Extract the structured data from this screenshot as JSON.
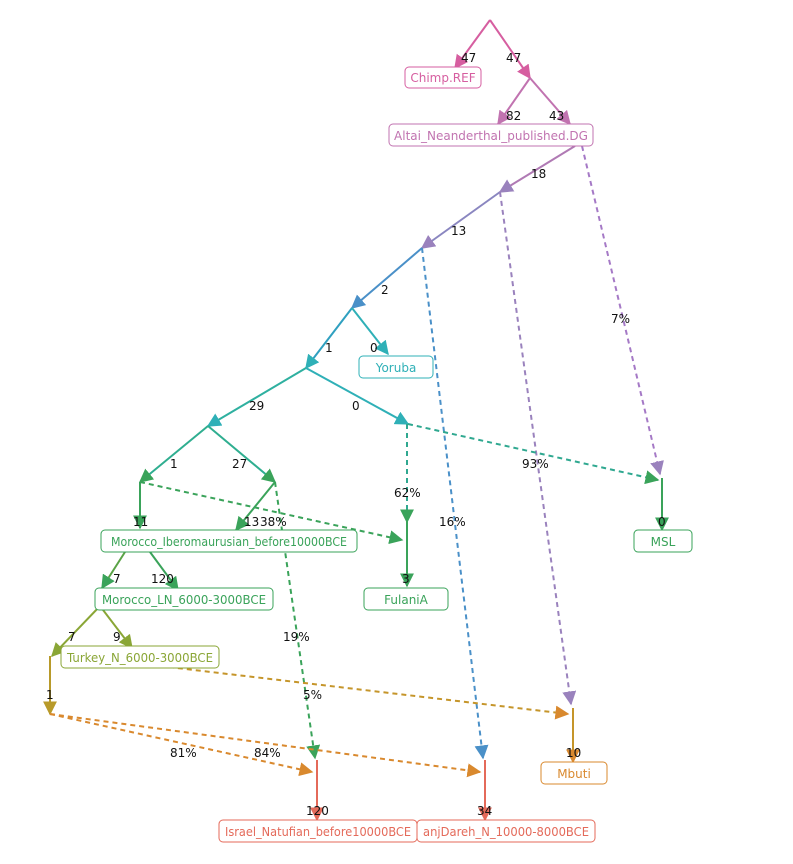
{
  "colors": {
    "root": "#d65ea0",
    "neanderthal": "#c173b0",
    "deep": "#9a82bd",
    "blue": "#4a90c8",
    "teal": "#2fb0b7",
    "green": "#3aa35a",
    "olive": "#8aa636",
    "gold": "#b89a2a",
    "orange": "#d9892e",
    "red": "#e46a5a",
    "purple_mix": "#a579c6"
  },
  "nodes": [
    {
      "id": "chimp",
      "label": "Chimp.REF",
      "color": "root"
    },
    {
      "id": "altai",
      "label": "Altai_Neanderthal_published.DG",
      "color": "neanderthal"
    },
    {
      "id": "yoruba",
      "label": "Yoruba",
      "color": "teal"
    },
    {
      "id": "morocco_ibero",
      "label": "Morocco_Iberomaurusian_before10000BCE",
      "color": "green"
    },
    {
      "id": "fulani",
      "label": "FulaniA",
      "color": "green"
    },
    {
      "id": "msl",
      "label": "MSL",
      "color": "green"
    },
    {
      "id": "morocco_ln",
      "label": "Morocco_LN_6000-3000BCE",
      "color": "green"
    },
    {
      "id": "turkey",
      "label": "Turkey_N_6000-3000BCE",
      "color": "olive"
    },
    {
      "id": "mbuti",
      "label": "Mbuti",
      "color": "orange"
    },
    {
      "id": "natufian",
      "label": "Israel_Natufian_before10000BCE",
      "color": "red"
    },
    {
      "id": "ganj",
      "label": "anjDareh_N_10000-8000BCE",
      "color": "red"
    }
  ],
  "edge_labels": [
    {
      "id": "e_root_chimp",
      "text": "47"
    },
    {
      "id": "e_root_r1",
      "text": "47"
    },
    {
      "id": "e_r1_r2",
      "text": "82"
    },
    {
      "id": "e_r1_altai",
      "text": "43"
    },
    {
      "id": "e_r2_r3",
      "text": "18"
    },
    {
      "id": "e_r3_r4",
      "text": "13"
    },
    {
      "id": "e_r4_r5",
      "text": "2"
    },
    {
      "id": "e_r5_r6",
      "text": "1"
    },
    {
      "id": "e_r5_yoruba",
      "text": "0"
    },
    {
      "id": "e_r6_r7",
      "text": "29"
    },
    {
      "id": "e_r6_r8",
      "text": "0"
    },
    {
      "id": "e_r7_r9",
      "text": "1"
    },
    {
      "id": "e_r7_r10",
      "text": "27"
    },
    {
      "id": "e_r9_ibero",
      "text": "11"
    },
    {
      "id": "e_r10_ibero",
      "text": "13"
    },
    {
      "id": "m_r10_natufian",
      "text": "38%"
    },
    {
      "id": "e_ibero_ln",
      "text": "7"
    },
    {
      "id": "e_ibero_ln2",
      "text": "120"
    },
    {
      "id": "e_ln_t",
      "text": "7"
    },
    {
      "id": "e_ln_turkey",
      "text": "9"
    },
    {
      "id": "e_t_s",
      "text": "1"
    },
    {
      "id": "m_altai_msl",
      "text": "7%"
    },
    {
      "id": "m_r8_msl",
      "text": "93%"
    },
    {
      "id": "m_r8_fulani",
      "text": "62%"
    },
    {
      "id": "m_r4_ganj",
      "text": "16%"
    },
    {
      "id": "m_r10b",
      "text": "19%"
    },
    {
      "id": "m_turkey_mbuti",
      "text": "5%"
    },
    {
      "id": "m_s_natufian",
      "text": "81%"
    },
    {
      "id": "m_s_ganj",
      "text": "84%"
    },
    {
      "id": "e_fulani",
      "text": "3"
    },
    {
      "id": "e_msl",
      "text": "0"
    },
    {
      "id": "e_mbuti",
      "text": "10"
    },
    {
      "id": "e_natufian",
      "text": "120"
    },
    {
      "id": "e_ganj",
      "text": "34"
    }
  ]
}
